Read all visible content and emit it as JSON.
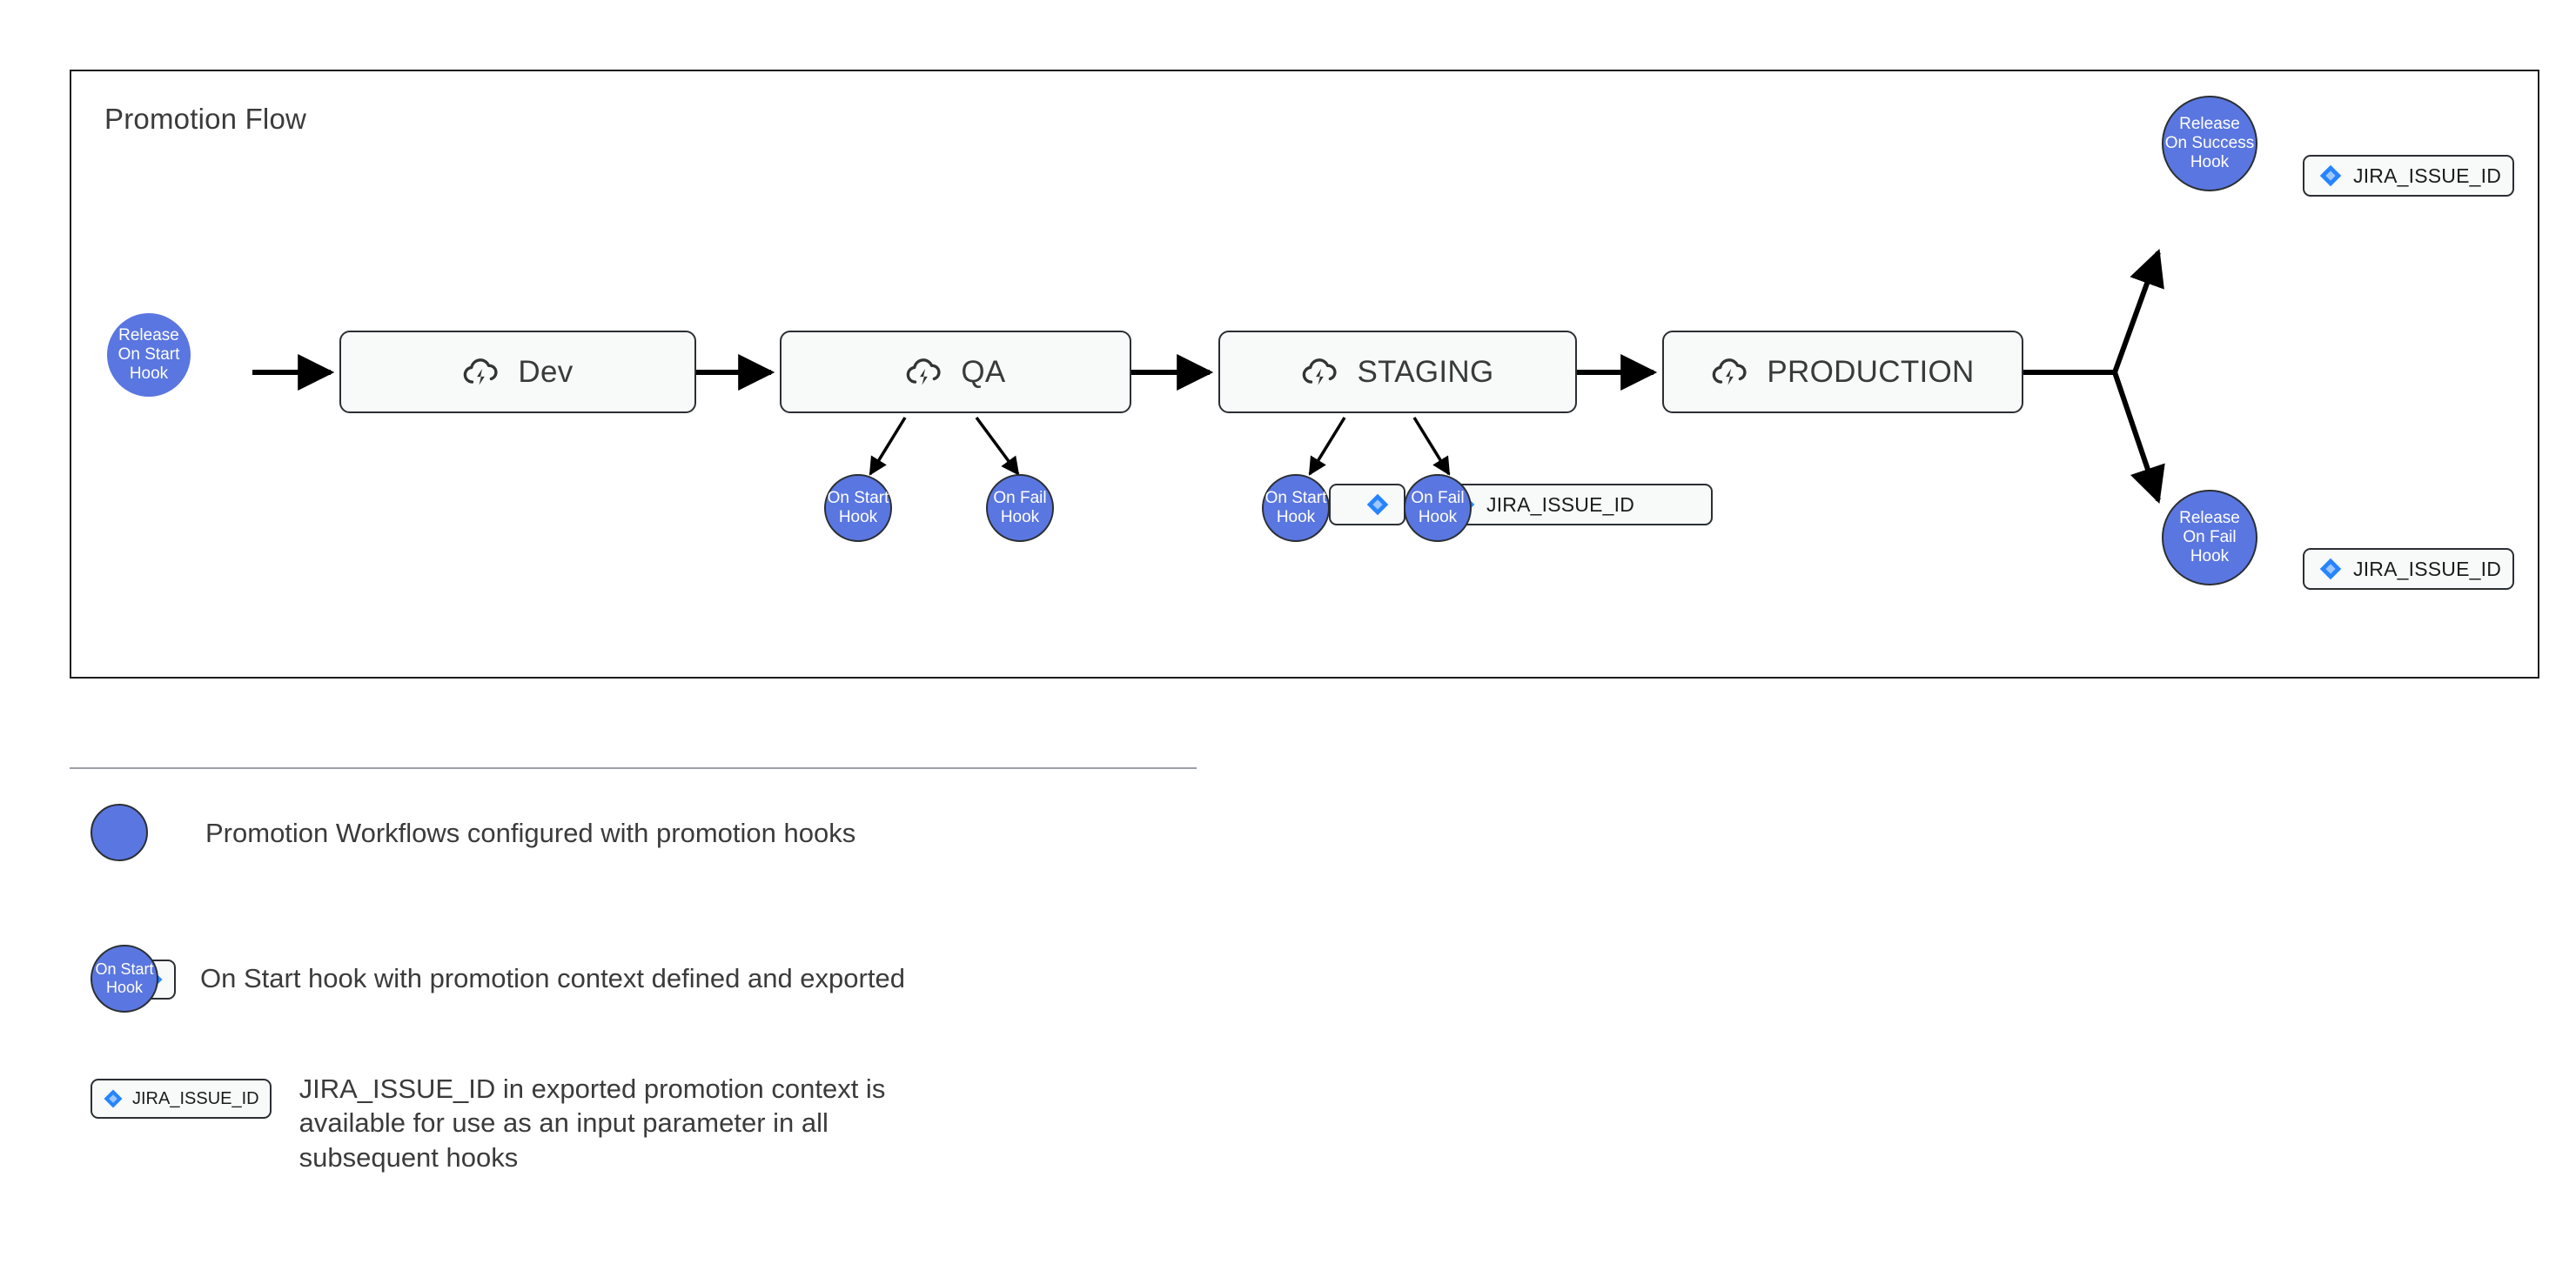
{
  "diagram": {
    "title": "Promotion Flow",
    "start_hook": {
      "lines": [
        "Release",
        "On Start",
        "Hook"
      ],
      "name": "release-on-start-hook"
    },
    "stages": [
      {
        "label": "Dev",
        "icon": "cloud-lightning-icon"
      },
      {
        "label": "QA",
        "icon": "cloud-lightning-icon"
      },
      {
        "label": "STAGING",
        "icon": "cloud-lightning-icon"
      },
      {
        "label": "PRODUCTION",
        "icon": "cloud-lightning-icon"
      }
    ],
    "qa_hooks": [
      {
        "lines": [
          "On Start",
          "Hook"
        ]
      },
      {
        "lines": [
          "On Fail",
          "Hook"
        ]
      }
    ],
    "staging_hooks": [
      {
        "lines": [
          "On Start",
          "Hook"
        ],
        "chip": ""
      },
      {
        "lines": [
          "On Fail",
          "Hook"
        ],
        "chip": "JIRA_ISSUE_ID"
      }
    ],
    "release_hooks": [
      {
        "lines": [
          "Release",
          "On Success",
          "Hook"
        ],
        "chip": "JIRA_ISSUE_ID"
      },
      {
        "lines": [
          "Release",
          "On Fail",
          "Hook"
        ],
        "chip": "JIRA_ISSUE_ID"
      }
    ]
  },
  "legend": {
    "items": [
      {
        "swatch": "circle",
        "text": "Promotion Workflows configured with promotion hooks"
      },
      {
        "swatch": "hook-with-chip",
        "hook_lines": [
          "On Start",
          "Hook"
        ],
        "text": "On Start hook with promotion context defined and exported"
      },
      {
        "swatch": "chip",
        "chip_label": "JIRA_ISSUE_ID",
        "text": "JIRA_ISSUE_ID in exported promotion context is\navailable for use as an input parameter in all\nsubsequent hooks"
      }
    ]
  },
  "colors": {
    "hook_blue": "#5a76e0",
    "stage_fill": "#f7faf9",
    "stroke_dark": "#2b2f33",
    "jira_blue": "#2684ff",
    "jira_blue_light": "#5ba4ff",
    "text_dark": "#3b3b3b"
  }
}
